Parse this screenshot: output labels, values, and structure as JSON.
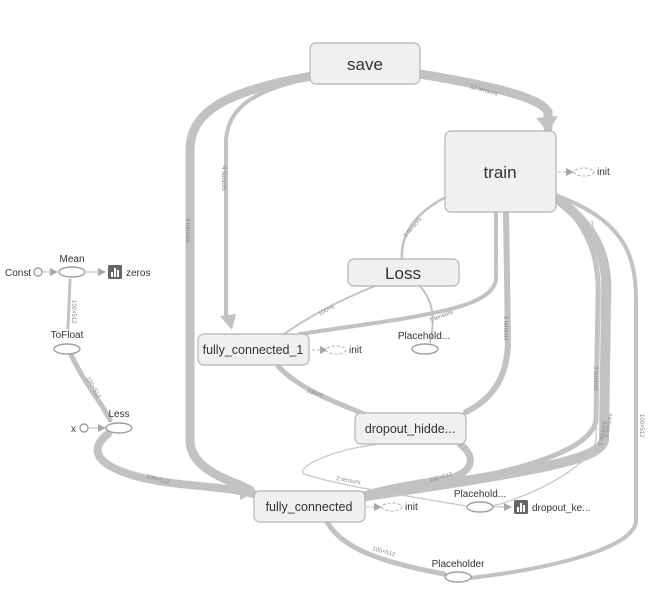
{
  "nodes": {
    "save": "save",
    "train": "train",
    "loss": "Loss",
    "fully_connected_1": "fully_connected_1",
    "dropout": "dropout_hidde...",
    "fully_connected": "fully_connected",
    "mean": "Mean",
    "const": "Const",
    "zeros": "zeros",
    "tofloat": "ToFloat",
    "less": "Less",
    "x": "x",
    "placeholder_loss": "Placehold...",
    "placeholder_dropout": "Placehold...",
    "dropout_ke": "dropout_ke...",
    "placeholder": "Placeholder",
    "init_train": "init",
    "init_fc1": "init",
    "init_fc": "init"
  },
  "edge_labels": {
    "save_train": "22 tensors",
    "save_fc1": "4 tensors",
    "save_fc": "4 tensors",
    "train_loss": "3 tensors",
    "train_fc1": "3 tensors",
    "train_dropout": "5 tensors",
    "train_right_a": "3 tensors",
    "train_right_b": "6 tensors",
    "train_right_c": "3 tensors",
    "loss_fc1": "100×6",
    "mean_tofloat": "100×512",
    "tofloat_less": "100×512",
    "less_fc": "100×512",
    "fc1_dropout": "100×6",
    "dropout_fc": "100×512",
    "dropout_tensors": "2 tensors",
    "fc_placeholder": "100×512",
    "right_placeholder": "100×512"
  },
  "icons": {
    "summary": "histogram-icon",
    "init": "init-icon"
  }
}
